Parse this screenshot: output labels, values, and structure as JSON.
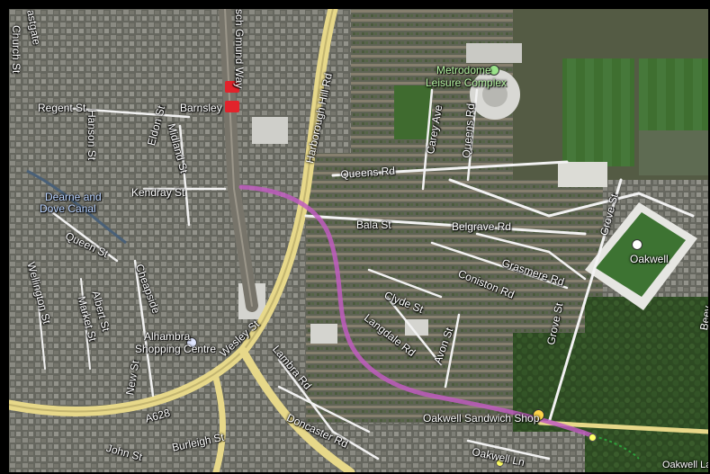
{
  "map": {
    "colors": {
      "route": "#c05cc0",
      "road_major": "#e7d889",
      "road_minor": "#f5f5f5",
      "pitch": "#3f6b2f",
      "urban": "#6a6b66"
    },
    "labels": {
      "eastgate": "astgate",
      "church_st": "Church St",
      "regent_st": "Regent St",
      "hanson_st": "Hanson St",
      "eldon_st": "Eldon St",
      "midland_st": "Midland St",
      "barnsley": "Barnsley",
      "schmund_way": "sch Gmund Way",
      "harborough_hill_rd": "Harborough Hill Rd",
      "metrodome": "Metrodome",
      "leisure_complex": "Leisure Complex",
      "carey_ave": "Carey Ave",
      "queens_rd_vertical": "Queens Rd",
      "queens_rd": "Queens Rd",
      "dearne_dove_1": "Dearne and",
      "dearne_dove_2": "Dove Canal",
      "kendray_st": "Kendray St",
      "bala_st": "Bala St",
      "belgrave_rd": "Belgrave Rd",
      "grove_st_top": "Grove St",
      "queen_st": "Queen St",
      "wellington_st": "Wellington St",
      "market_st": "Market St",
      "albert_st": "Albert St",
      "cheapside": "Cheapside",
      "grasmere_rd": "Grasmere Rd",
      "coniston_rd": "Coniston Rd",
      "oakwell": "Oakwell",
      "clyde_st": "Clyde St",
      "langdale_rd": "Langdale Rd",
      "avon_st": "Avon St",
      "grove_st": "Grove St",
      "alhambra_1": "Alhambra",
      "alhambra_2": "Shopping Centre",
      "wesley_st": "Wesley St",
      "lambra_rd": "Lambra Rd",
      "new_st": "New St",
      "a628": "A628",
      "doncaster_rd": "Doncaster Rd",
      "oakwell_sandwich_shop": "Oakwell Sandwich Shop",
      "john_st": "John St",
      "burleigh_st": "Burleigh St",
      "oakwell_ln": "Oakwell Ln",
      "oakwell_la": "Oakwell La",
      "beever": "Beev"
    },
    "icons": [
      "rail-station-icon",
      "shopping-icon",
      "stadium-icon",
      "sports-centre-icon",
      "restaurant-icon",
      "waypoint-icon"
    ]
  }
}
